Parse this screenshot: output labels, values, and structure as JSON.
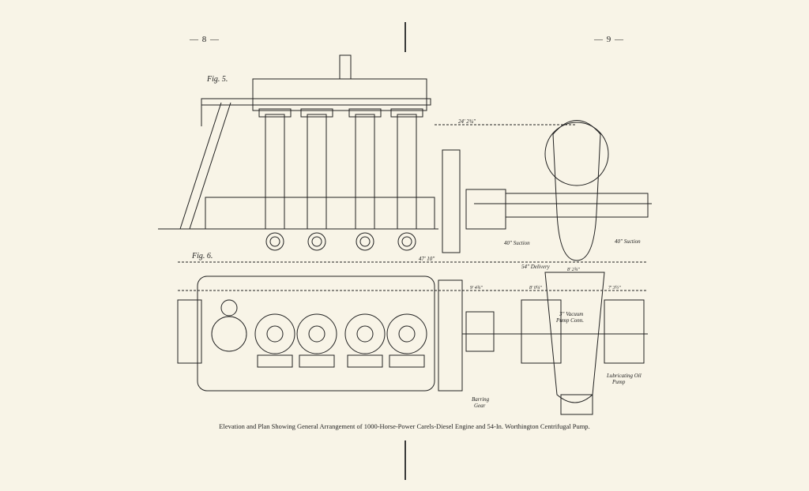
{
  "page_numbers": {
    "left": "— 8 —",
    "right": "— 9 —"
  },
  "figures": {
    "fig5": {
      "label": "Fig. 5.",
      "dimensions": {
        "overall_to_pump": "24' 2¾\"",
        "suction_left": "40\" Suction",
        "suction_right": "40\" Suction"
      }
    },
    "fig6": {
      "label": "Fig. 6.",
      "dimensions": {
        "overall": "47' 10\"",
        "delivery": "54\" Delivery",
        "delivery_width": "8' 2¾\"",
        "d1": "9' 4¾\"",
        "d2": "8' 0¼\"",
        "d3": "7' 3½\""
      },
      "labels": {
        "vacuum": "3\" Vacuum",
        "vacuum2": "Pump Conn.",
        "lube": "Lubricating Oil",
        "lube2": "Pump",
        "barring": "Barring",
        "barring2": "Gear"
      }
    }
  },
  "caption": "Elevation and Plan Showing General Arrangement of 1000-Horse-Power Carels-Diesel Engine and 54-In. Worthington Centrifugal Pump."
}
